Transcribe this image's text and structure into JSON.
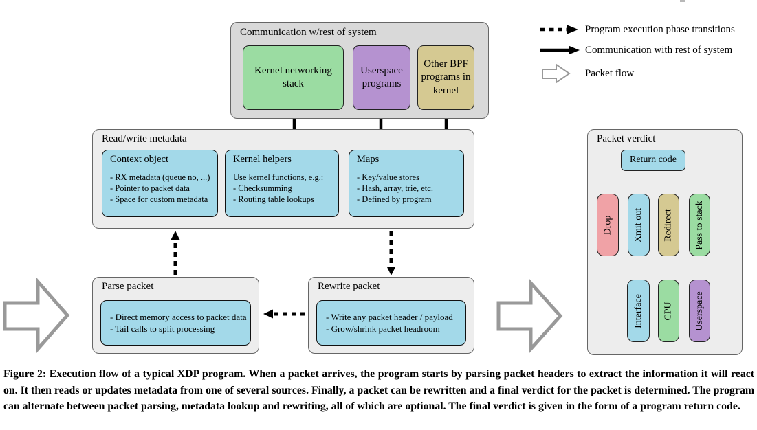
{
  "legend": {
    "items": [
      {
        "icon": "dashed-arrow-icon",
        "label": "Program execution phase transitions"
      },
      {
        "icon": "solid-arrow-icon",
        "label": "Communication with rest of system"
      },
      {
        "icon": "outline-arrow-icon",
        "label": "Packet flow"
      }
    ]
  },
  "communication": {
    "title": "Communication w/rest of system",
    "nodes": [
      {
        "label": "Kernel networking stack",
        "color": "#9bdca2"
      },
      {
        "label": "Userspace programs",
        "color": "#b592d0"
      },
      {
        "label": "Other BPF programs in kernel",
        "color": "#d5c992"
      }
    ]
  },
  "metadata": {
    "title": "Read/write metadata",
    "nodes": [
      {
        "title": "Context object",
        "items": [
          "- RX metadata (queue no, ...)",
          "- Pointer to packet data",
          "- Space for custom metadata"
        ]
      },
      {
        "title": "Kernel helpers",
        "items": [
          "Use kernel functions, e.g.:",
          "- Checksumming",
          "- Routing table lookups"
        ]
      },
      {
        "title": "Maps",
        "items": [
          "- Key/value stores",
          "- Hash, array, trie, etc.",
          "- Defined by program"
        ]
      }
    ]
  },
  "parse": {
    "title": "Parse packet",
    "items": [
      "- Direct memory access to packet data",
      "- Tail calls to split processing"
    ]
  },
  "rewrite": {
    "title": "Rewrite packet",
    "items": [
      "- Write any packet header / payload",
      "- Grow/shrink packet headroom"
    ]
  },
  "verdict": {
    "title": "Packet verdict",
    "return_code": "Return code",
    "return_code_color": "#a3d9e9",
    "outcomes": [
      {
        "label": "Drop",
        "color": "#f0a2a6"
      },
      {
        "label": "Xmit out",
        "color": "#a3d9e9"
      },
      {
        "label": "Redirect",
        "color": "#d5c992"
      },
      {
        "label": "Pass to stack",
        "color": "#9bdca2"
      }
    ],
    "redirect_targets": [
      {
        "label": "Interface",
        "color": "#a3d9e9"
      },
      {
        "label": "CPU",
        "color": "#9bdca2"
      },
      {
        "label": "Userspace",
        "color": "#b592d0"
      }
    ]
  },
  "caption": "Figure 2: Execution flow of a typical XDP program. When a packet arrives, the program starts by parsing packet headers to extract the information it will react on. It then reads or updates metadata from one of several sources. Finally, a packet can be rewritten and a final verdict for the packet is determined. The program can alternate between packet parsing, metadata lookup and rewriting, all of which are optional. The final verdict is given in the form of a program return code.",
  "colors": {
    "container_bg": "#ededed",
    "container_bg_dark": "#d9d9d9",
    "cyan": "#a3d9e9",
    "green": "#9bdca2",
    "purple": "#b592d0",
    "tan": "#d5c992",
    "pink": "#f0a2a6",
    "arrow_black": "#000000",
    "arrow_thin": "#333333",
    "packet_flow_gray": "#999999"
  }
}
